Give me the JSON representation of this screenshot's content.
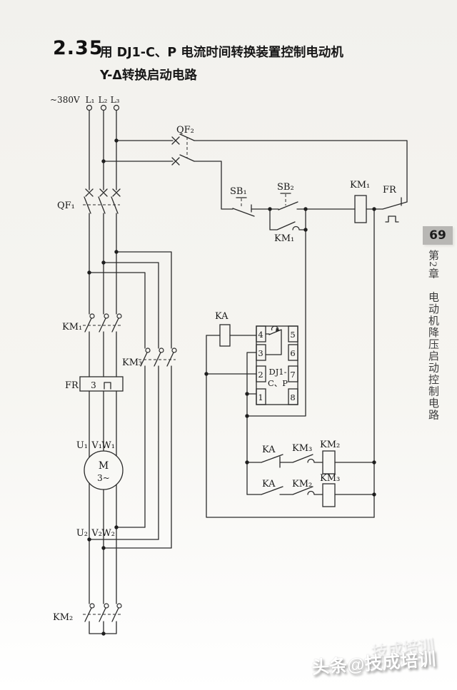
{
  "page": {
    "section_number": "2.35",
    "title_line1": "用 DJ1-C、P 电流时间转换装置控制电动机",
    "title_line2": "Y-Δ转换启动电路",
    "page_number": "69",
    "chapter_vertical": "第2章　电动机降压启动控制电路",
    "watermark": "头条@技成培训",
    "watermark_ghost": "技成培训"
  },
  "labels": {
    "supply": "~380V",
    "l1": "L₁",
    "l2": "L₂",
    "l3": "L₃",
    "qf1": "QF₁",
    "qf2": "QF₂",
    "sb1": "SB₁",
    "sb2": "SB₂",
    "km1_aux": "KM₁",
    "km1_coil": "KM₁",
    "km1_main": "KM₁",
    "fr_contact": "FR",
    "fr_element": "FR",
    "fr_element_count": "3",
    "km3_main": "KM₃",
    "km2_main": "KM₂",
    "ka_coil": "KA",
    "ka_nc": "KA",
    "ka_no": "KA",
    "km3_nc": "KM₃",
    "km2_nc": "KM₂",
    "km2_coil": "KM₂",
    "km3_coil": "KM₃",
    "motor_letter": "M",
    "motor_phases": "3~",
    "u1": "U₁",
    "v1": "V₁",
    "w1": "W₁",
    "u2": "U₂",
    "v2": "V₂",
    "w2": "W₂"
  },
  "dj1": {
    "name_line1": "DJ1-",
    "name_line2": "C、P",
    "terminals_left": [
      "4",
      "3",
      "2",
      "1"
    ],
    "terminals_right": [
      "5",
      "6",
      "7",
      "8"
    ]
  }
}
